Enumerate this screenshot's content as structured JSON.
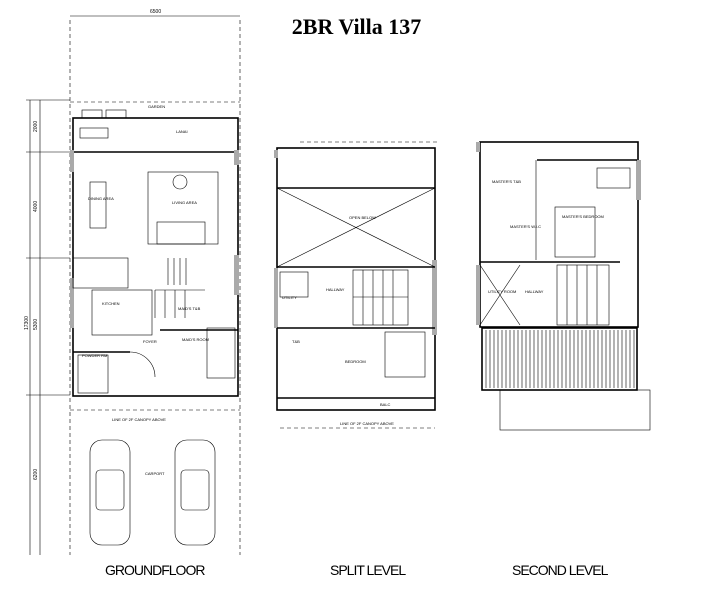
{
  "title": "2BR Villa 137",
  "floors": [
    {
      "caption": "GROUNDFLOOR",
      "rooms": [
        "GARDEN",
        "LANAI",
        "DINING AREA",
        "LIVING AREA",
        "KITCHEN",
        "MAID'S T&B",
        "MAID'S ROOM",
        "FOYER",
        "POWDER RM",
        "CARPORT"
      ]
    },
    {
      "caption": "SPLIT LEVEL",
      "rooms": [
        "OPEN BELOW",
        "HALLWAY",
        "UTILITY",
        "BEDROOM",
        "BALC",
        "T&B"
      ]
    },
    {
      "caption": "SECOND LEVEL",
      "rooms": [
        "MASTER'S T&B",
        "MASTER'S BEDROOM",
        "MASTER'S W.I.C",
        "HALLWAY",
        "UTILITY ROOM"
      ]
    }
  ],
  "dimensions": [
    "6500",
    "2000",
    "4000",
    "5300",
    "17300",
    "6200"
  ],
  "notes": [
    "LINE OF 2F CANOPY ABOVE"
  ]
}
